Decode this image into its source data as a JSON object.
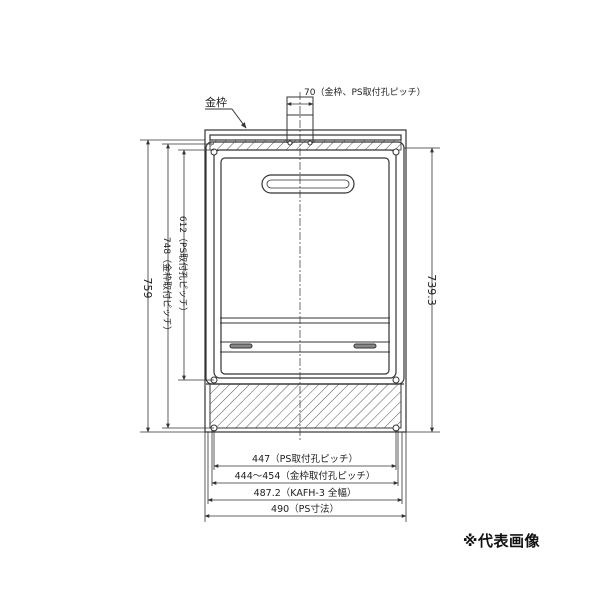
{
  "labels": {
    "frame": "金枠",
    "pitch70": "70（金枠、PS取付孔ピッチ）",
    "h759": "759",
    "h748": "748（金枠取付ピッチ）",
    "h612": "612（PS取付孔ピッチ）",
    "h739": "739.3",
    "w447": "447（PS取付孔ピッチ）",
    "w444": "444～454（金枠取付孔ピッチ）",
    "w487": "487.2（KAFH-3 全幅）",
    "w490": "490（PS寸法）"
  },
  "note": "※代表画像",
  "colors": {
    "line": "#333333",
    "hatch": "#555555",
    "background": "#ffffff"
  }
}
